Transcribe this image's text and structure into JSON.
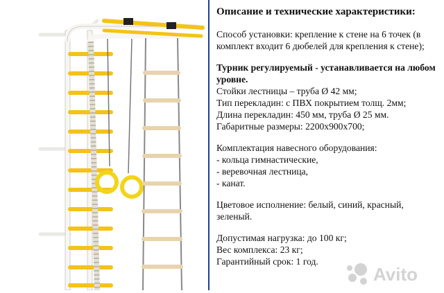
{
  "text": {
    "heading": "Описание и технические характеристики:",
    "mount_method": "Способ установки: крепление к стене на 6 точек (в комплект входит 6 дюбелей для крепления к стене);",
    "bar_bold": "Турник регулируемый - устанавливается на любом уровне.",
    "specs": [
      "Стойки лестницы – труба Ø 42 мм;",
      "Тип перекладин: с ПВХ покрытием толщ. 2мм;",
      "Длина перекладин: 450 мм, труба Ø 25 мм.",
      "Габаритные размеры: 2200х900х700;"
    ],
    "equipment_title": "Комплектация навесного оборудования:",
    "equipment_items": [
      "- кольца гимнастические,",
      "- веревочная лестница,",
      "- канат."
    ],
    "color": "Цветовое исполнение: белый, синий, красный, зеленый.",
    "max_load": "Допустимая нагрузка: до 100 кг;",
    "weight": "Вес комплекса: 23 кг;",
    "warranty": "Гарантийный срок: 1 год."
  },
  "watermark": {
    "text": "Avito"
  },
  "colors": {
    "frame_blue": "#1f3f8f",
    "rung_yellow": "#f4c21a",
    "post_white": "#f7f6f2",
    "rung_wood": "#e8d3ad",
    "ring_yellow": "#f2d51b"
  }
}
